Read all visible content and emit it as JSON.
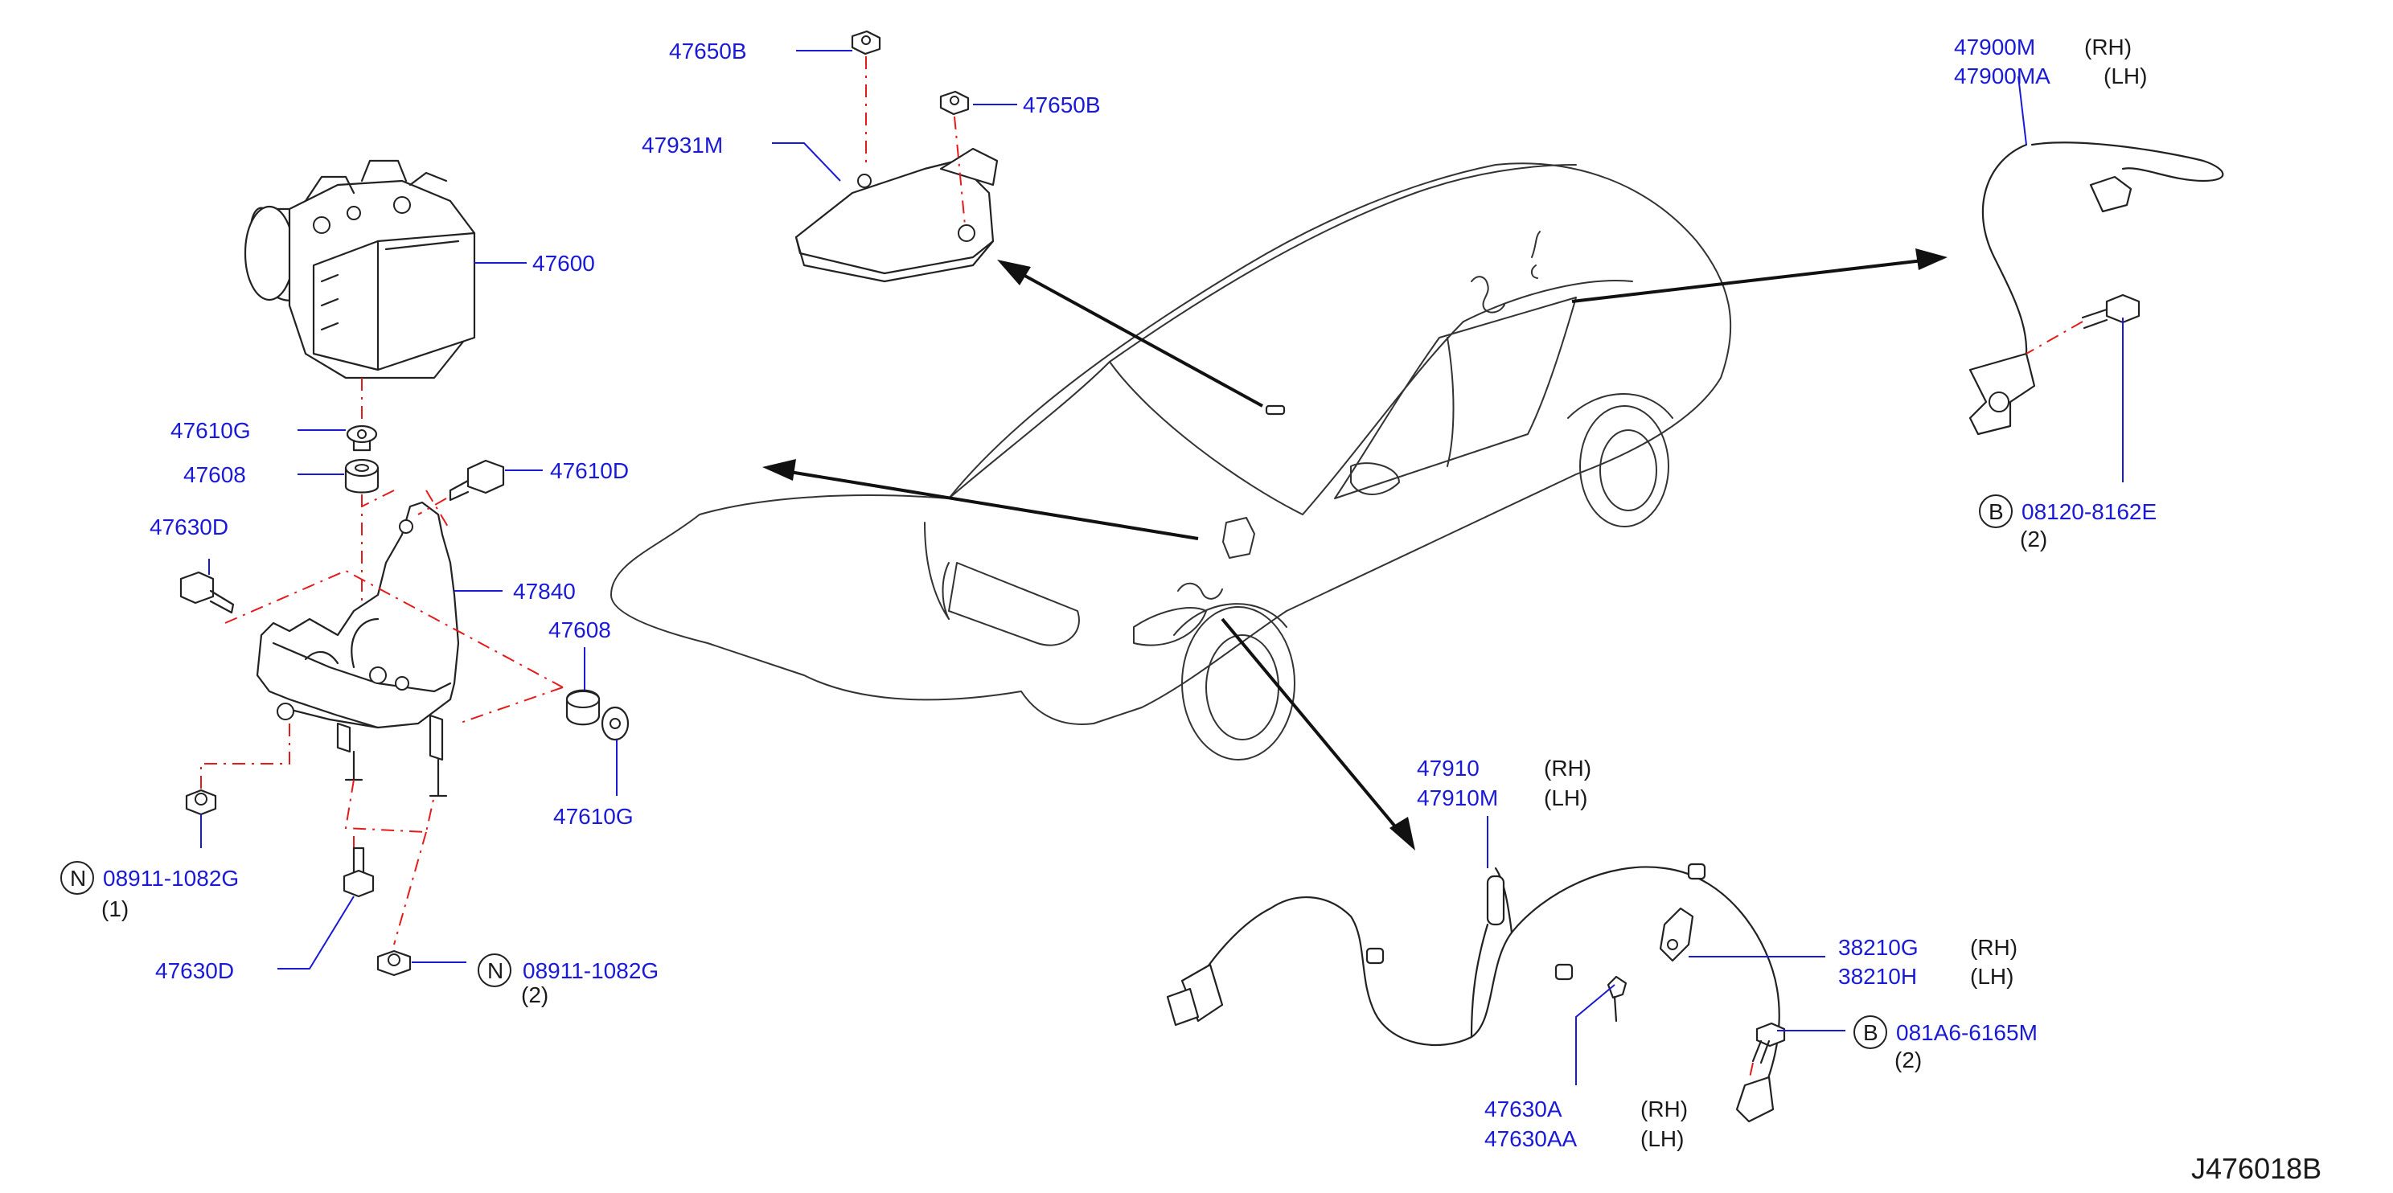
{
  "diagram_id": "J476018B",
  "callouts": {
    "p47650B_top": "47650B",
    "p47650B_side": "47650B",
    "p47931M": "47931M",
    "p47600": "47600",
    "p47610G_top": "47610G",
    "p47608_top": "47608",
    "p47610D": "47610D",
    "p47630D_top": "47630D",
    "p47840": "47840",
    "p47608_right": "47608",
    "p47610G_right": "47610G",
    "n08911_left": "08911-1082G",
    "n08911_left_qty": "(1)",
    "p47630D_bottom": "47630D",
    "n08911_bottom": "08911-1082G",
    "n08911_bottom_qty": "(2)",
    "p47900M": "47900M",
    "p47900M_side": "(RH)",
    "p47900MA": "47900MA",
    "p47900MA_side": "(LH)",
    "b08120": "08120-8162E",
    "b08120_qty": "(2)",
    "p47910": "47910",
    "p47910_side": "(RH)",
    "p47910M": "47910M",
    "p47910M_side": "(LH)",
    "p38210G": "38210G",
    "p38210G_side": "(RH)",
    "p38210H": "38210H",
    "p38210H_side": "(LH)",
    "b081A6": "081A6-6165M",
    "b081A6_qty": "(2)",
    "p47630A": "47630A",
    "p47630A_side": "(RH)",
    "p47630AA": "47630AA",
    "p47630AA_side": "(LH)",
    "symbol_n": "N",
    "symbol_b": "B"
  },
  "colors": {
    "part_number": "#1a1ad6",
    "leader": "#1a1ad6",
    "centerline": "#e31b1b",
    "linework": "#222222"
  }
}
